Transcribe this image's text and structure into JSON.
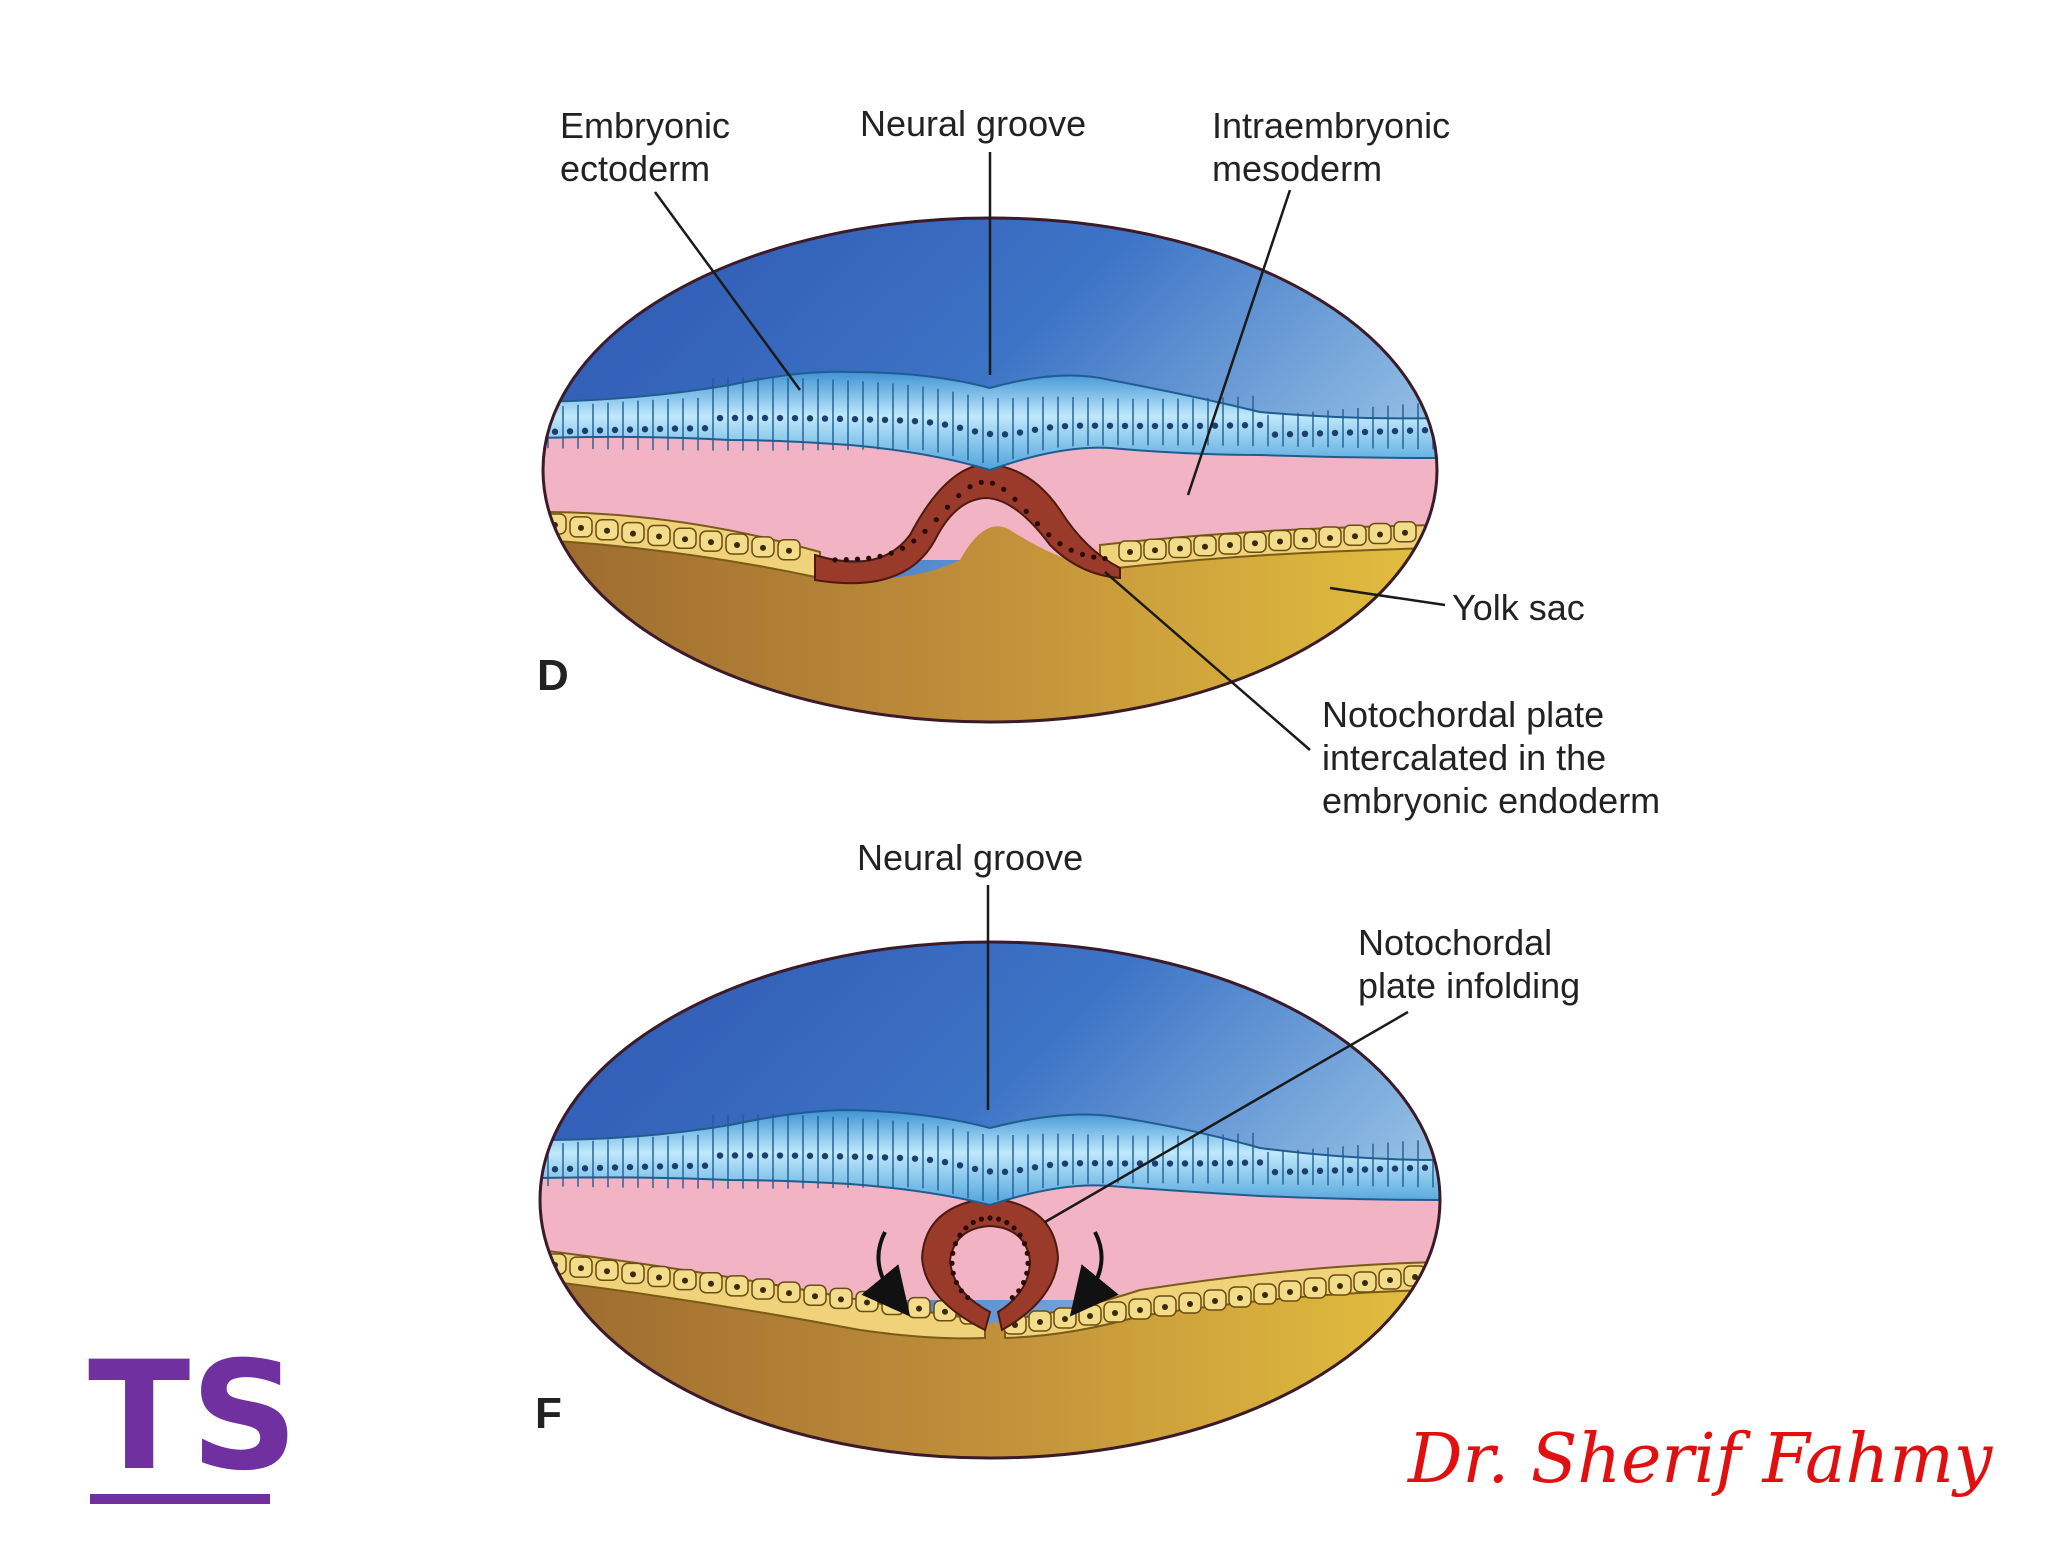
{
  "panels": [
    {
      "id": "D",
      "letter": "D",
      "labels": {
        "embryonic_ectoderm": [
          "Embryonic",
          "ectoderm"
        ],
        "neural_groove": [
          "Neural groove"
        ],
        "intraembryonic_mesoderm": [
          "Intraembryonic",
          "mesoderm"
        ],
        "yolk_sac": [
          "Yolk sac"
        ],
        "notochordal_plate": [
          "Notochordal plate",
          "intercalated in the",
          "embryonic endoderm"
        ]
      }
    },
    {
      "id": "F",
      "letter": "F",
      "labels": {
        "neural_groove": [
          "Neural groove"
        ],
        "notochordal_plate_infolding": [
          "Notochordal",
          "plate infolding"
        ]
      }
    }
  ],
  "logo": "TS",
  "author": "Dr. Sherif Fahmy",
  "colors": {
    "amniotic_cavity": "#3b6fc0",
    "ectoderm": "#6fc6ea",
    "mesoderm": "#f2b4c4",
    "endoderm": "#efd27a",
    "notochord": "#9a3a2a",
    "yolk_sac": "#c99a3a",
    "logo": "#7030a0",
    "author": "#e01010"
  }
}
